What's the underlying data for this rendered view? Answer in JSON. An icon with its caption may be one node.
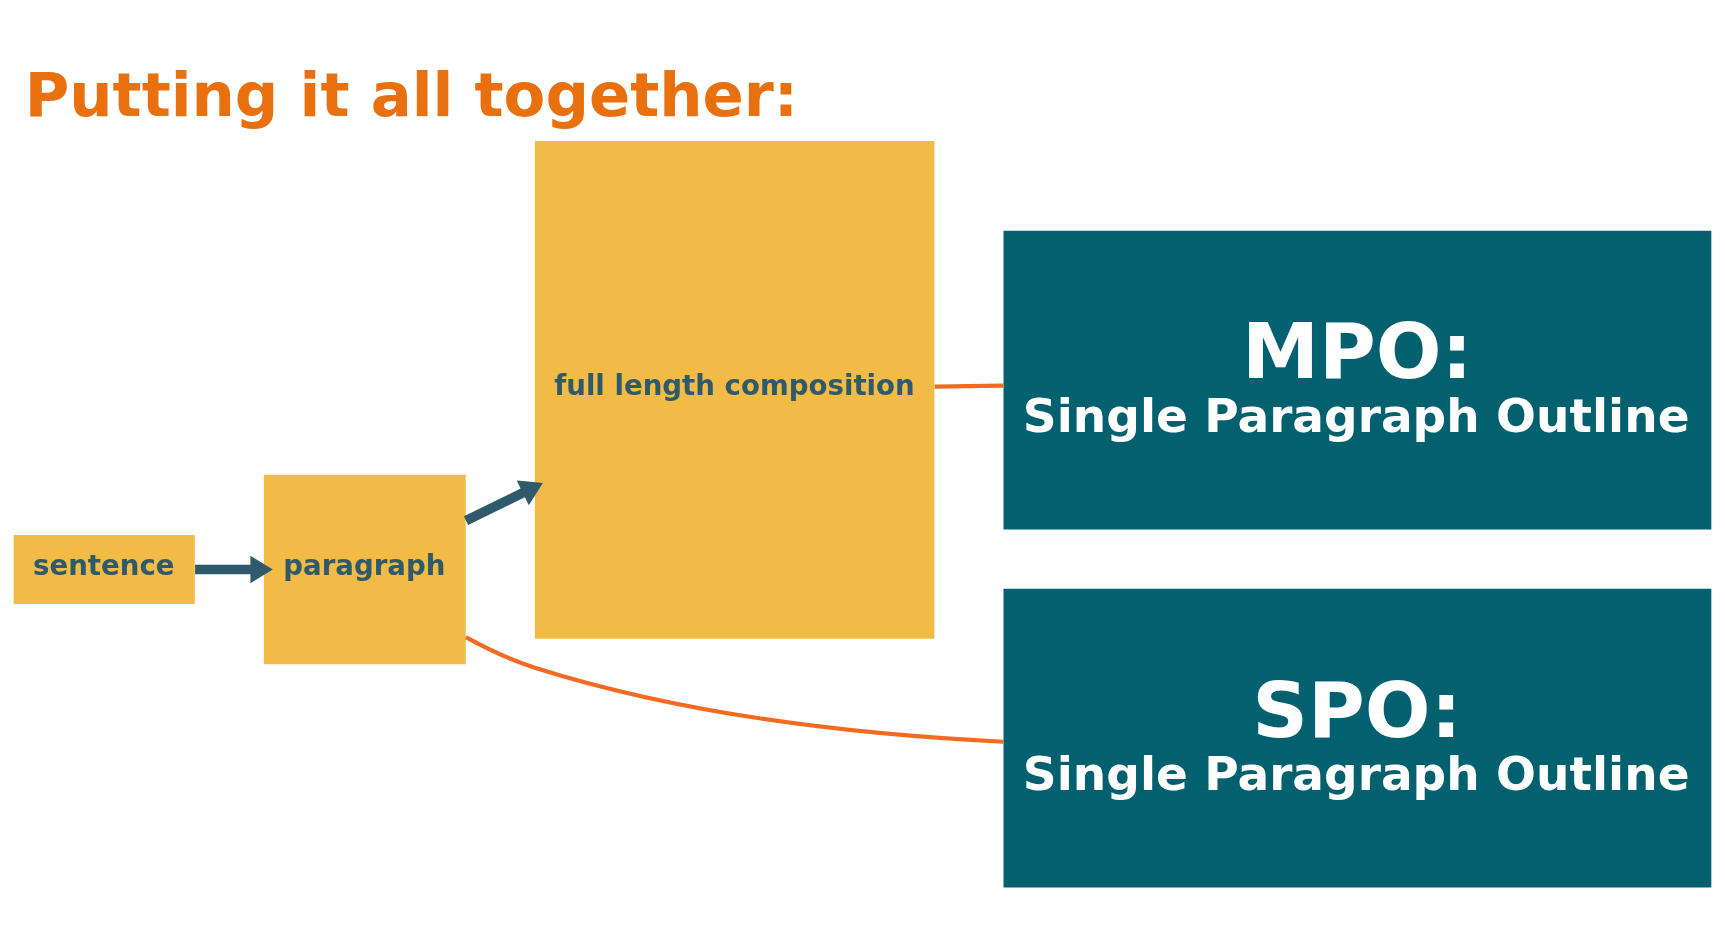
{
  "diagram": {
    "title": "Putting it all together:",
    "nodes": [
      {
        "text": [
          "sentence"
        ]
      },
      {
        "text": [
          "paragraph"
        ]
      },
      {
        "text": [
          "full length composition"
        ]
      },
      {
        "text": [
          "SPO:",
          "Single Paragraph Outline"
        ]
      },
      {
        "text": [
          "MPO:",
          "Single Paragraph Outline"
        ]
      }
    ],
    "edges": [
      {
        "from": 0,
        "to": 1,
        "arrow": "to",
        "style": "thick"
      },
      {
        "from": 1,
        "to": 2,
        "arrow": "to",
        "style": "thick"
      },
      {
        "from": 1,
        "to": 3,
        "arrow": "none",
        "color": "#f26b21"
      },
      {
        "from": 2,
        "to": 4,
        "arrow": "none",
        "color": "#f26b21"
      }
    ]
  }
}
